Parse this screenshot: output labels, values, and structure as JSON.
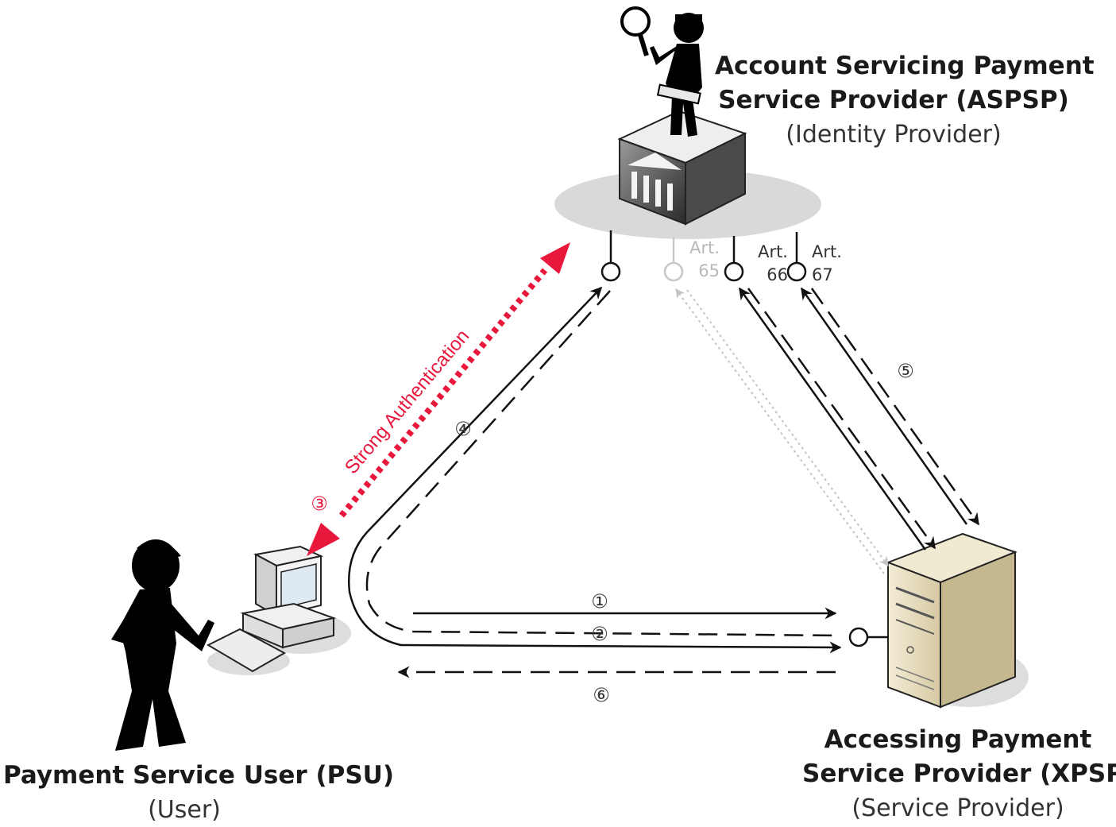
{
  "aspsp": {
    "title_line1": "Account Servicing Payment",
    "title_line2": "Service Provider (ASPSP)",
    "subtitle": "(Identity Provider)"
  },
  "xpsp": {
    "title_line1": "Accessing Payment",
    "title_line2": "Service Provider (XPSP)",
    "subtitle": "(Service Provider)"
  },
  "psu": {
    "title": "Payment Service User (PSU)",
    "subtitle": "(User)"
  },
  "interfaces": [
    {
      "line1": "Art.",
      "line2": "65",
      "state": "disabled"
    },
    {
      "line1": "Art.",
      "line2": "66",
      "state": "active"
    },
    {
      "line1": "Art.",
      "line2": "67",
      "state": "active"
    }
  ],
  "strong_auth": {
    "label": "Strong Authentication",
    "color": "#e8173c"
  },
  "steps": {
    "s1": "①",
    "s2": "②",
    "s3": "③",
    "s4": "④",
    "s5": "⑤",
    "s6": "⑥"
  }
}
